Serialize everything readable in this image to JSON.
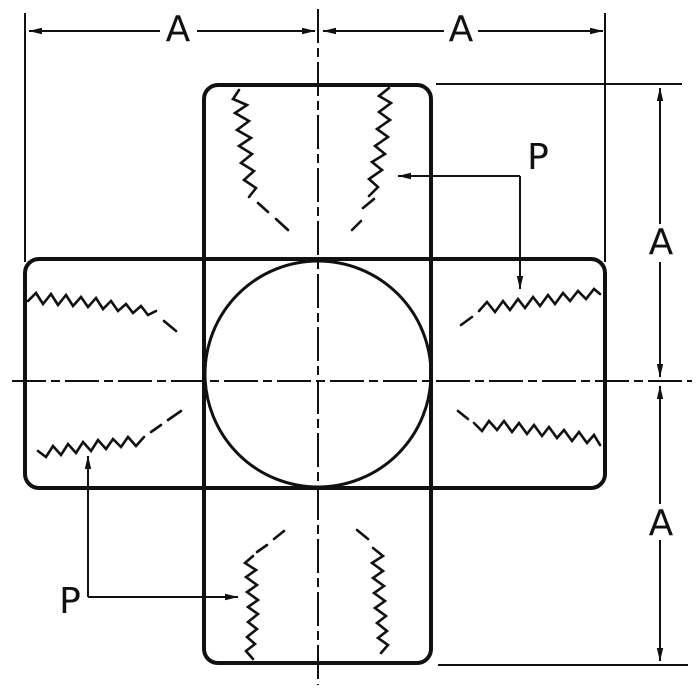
{
  "labels": {
    "dim_top_left": "A",
    "dim_top_right": "A",
    "dim_right_upper": "A",
    "dim_right_lower": "A",
    "p_top_right": "P",
    "p_bottom_left": "P"
  },
  "colors": {
    "ink": "#111111",
    "background": "#ffffff"
  }
}
